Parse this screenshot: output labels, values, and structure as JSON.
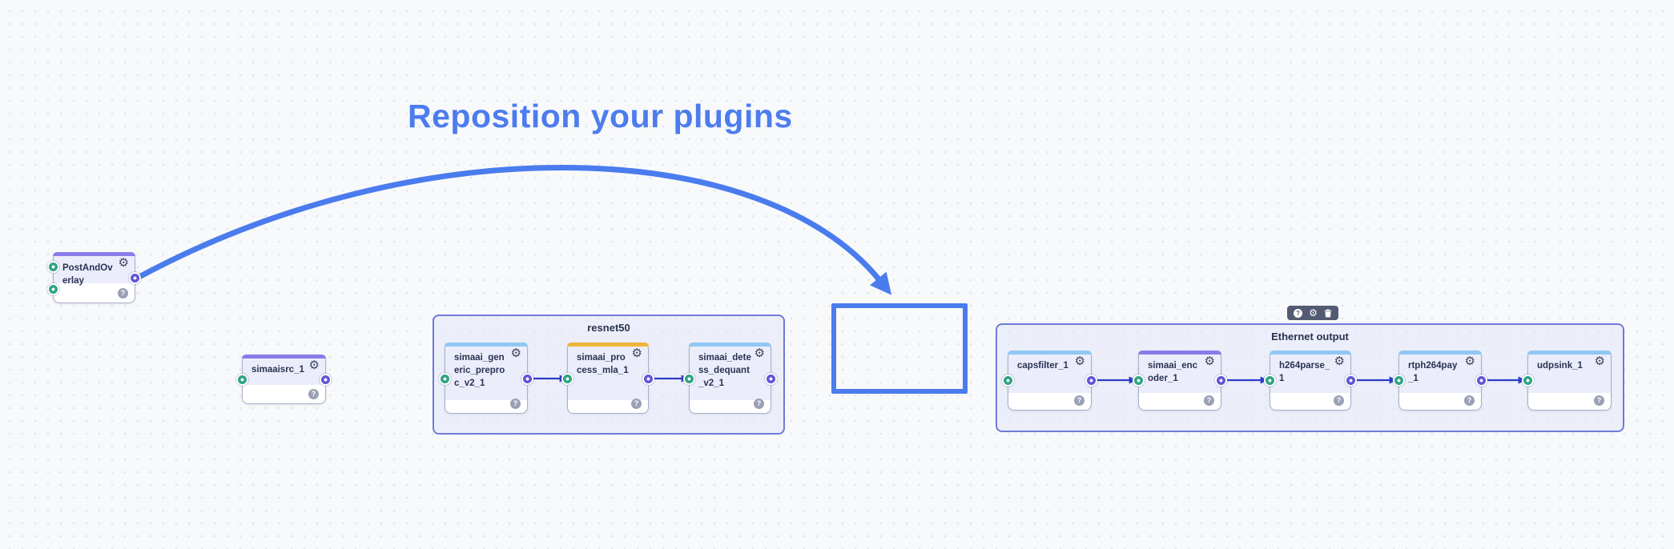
{
  "heading": {
    "text": "Reposition your plugins",
    "color": "#4c7cee"
  },
  "icons": {
    "gear": "⚙",
    "help": "?"
  },
  "nodes": {
    "post_and_overlay": {
      "title": "PostAndOverlay",
      "strip_color": "#8a7ce8"
    },
    "simaaisrc": {
      "title": "simaaisrc_1",
      "strip_color": "#8a7ce8"
    }
  },
  "groups": [
    {
      "title": "resnet50",
      "nodes": [
        {
          "title": "simaai_generic_preproc_v2_1",
          "strip_color": "#8fc7f3"
        },
        {
          "title": "simaai_process_mla_1",
          "strip_color": "#f0b43a"
        },
        {
          "title": "simaai_detess_dequant_v2_1",
          "strip_color": "#8fc7f3"
        }
      ]
    },
    {
      "title": "Ethernet output",
      "toolbar_icons": [
        "help-icon",
        "gear-icon",
        "trash-icon"
      ],
      "nodes": [
        {
          "title": "capsfilter_1",
          "strip_color": "#8fc7f3"
        },
        {
          "title": "simaai_encoder_1",
          "strip_color": "#8a7ce8"
        },
        {
          "title": "h264parse_1",
          "strip_color": "#8fc7f3"
        },
        {
          "title": "rtph264pay_1",
          "strip_color": "#8fc7f3"
        },
        {
          "title": "udpsink_1",
          "strip_color": "#8fc7f3"
        }
      ]
    }
  ],
  "edges": [
    {
      "from": "simaai_generic_preproc_v2_1",
      "to": "simaai_process_mla_1"
    },
    {
      "from": "simaai_process_mla_1",
      "to": "simaai_detess_dequant_v2_1"
    },
    {
      "from": "capsfilter_1",
      "to": "simaai_encoder_1"
    },
    {
      "from": "simaai_encoder_1",
      "to": "h264parse_1"
    },
    {
      "from": "h264parse_1",
      "to": "rtph264pay_1"
    },
    {
      "from": "rtph264pay_1",
      "to": "udpsink_1"
    }
  ],
  "annotation_arrow": {
    "from": "PostAndOverlay",
    "to": "drop-target-box",
    "color": "#4a7cee"
  },
  "colors": {
    "canvas_bg": "#f8f9fb",
    "grid_dot": "#e2e3e8",
    "accent_blue": "#4a7cee",
    "edge_blue": "#2c3bc9",
    "group_border": "#6f7ad9",
    "group_bg": "rgba(226,231,249,0.55)",
    "node_header": "#ebedfb",
    "port_green": "#2fa583",
    "port_purple": "#6355d8",
    "toolbar_bg": "#535b72"
  }
}
